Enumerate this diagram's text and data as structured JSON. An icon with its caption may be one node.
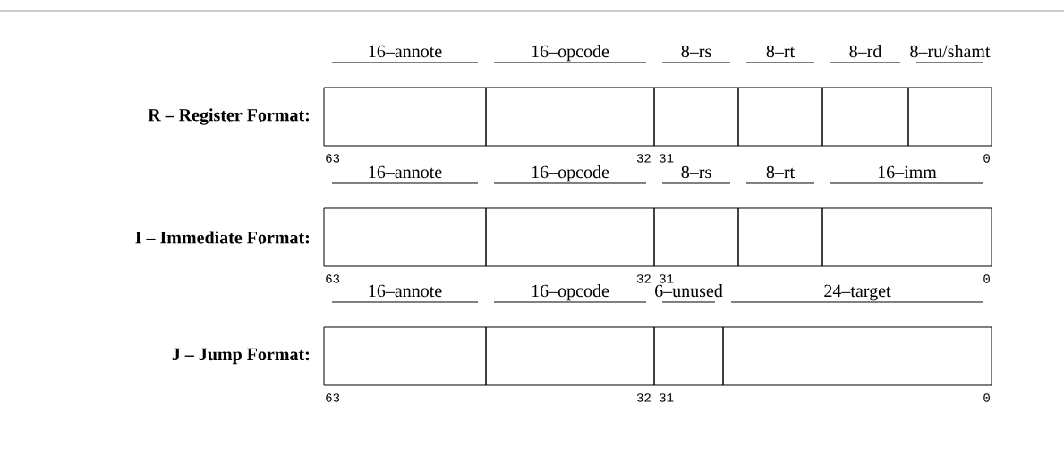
{
  "diagram": {
    "nodes": [
      {
        "text": [
          "16–annote"
        ]
      },
      {
        "text": [
          "16–opcode"
        ]
      },
      {
        "text": [
          "8–rs"
        ]
      },
      {
        "text": [
          "8–rt"
        ]
      },
      {
        "text": [
          "8–rd"
        ]
      },
      {
        "text": [
          "8–ru/shamt"
        ]
      },
      {
        "text": [
          "16–annote"
        ]
      },
      {
        "text": [
          "16–opcode"
        ]
      },
      {
        "text": [
          "8–rs"
        ]
      },
      {
        "text": [
          "8–rt"
        ]
      },
      {
        "text": [
          "16–imm"
        ]
      },
      {
        "text": [
          "16–annote"
        ]
      },
      {
        "text": [
          "16–opcode"
        ]
      },
      {
        "text": [
          "6–unused"
        ]
      },
      {
        "text": [
          "24–target"
        ]
      }
    ],
    "labels": [
      "R – Register Format:",
      "63",
      "32",
      "31",
      "0",
      "I – Immediate Format:",
      "63",
      "32",
      "31",
      "0",
      "J – Jump Format:",
      "63",
      "32",
      "31",
      "0"
    ]
  }
}
